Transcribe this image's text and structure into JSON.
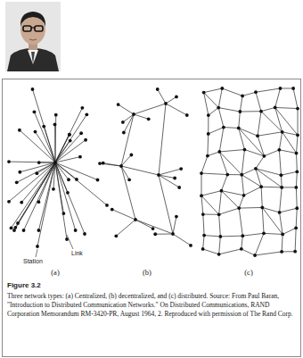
{
  "diagram": {
    "title": "Figure 3.2",
    "caption": "Three network types: (a) Centralized, (b) decentralized, and (c) distributed. Source: From Paul Baran, \"Introduction to Distributed Communication Networks.\" On Distributed Communications, RAND Corporation Memorandum RM-3420-PR, August 1964, 2. Reproduced with permission of The Rand Corp.",
    "labels": [
      "Link",
      "Station",
      "(a)",
      "(b)",
      "(c)"
    ]
  }
}
